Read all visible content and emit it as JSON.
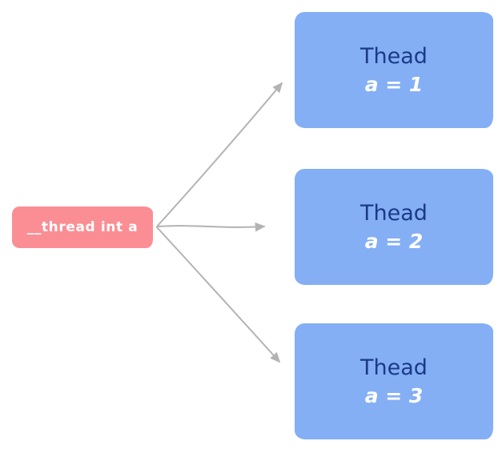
{
  "diagram": {
    "type": "thread-local-storage-fanout",
    "background_color": "#ffffff",
    "source": {
      "label": "__thread int a",
      "fill_color": "#FA8E94",
      "text_color": "#ffffff"
    },
    "edge_style": {
      "color": "#B3B3B3",
      "arrowhead": "solid-triangle",
      "stroke_width": 2
    },
    "threads": [
      {
        "title": "Thead",
        "value": "a = 1",
        "fill_color": "#84AFF5",
        "title_color": "#1B3A86",
        "value_color": "#ffffff"
      },
      {
        "title": "Thead",
        "value": "a = 2",
        "fill_color": "#84AFF5",
        "title_color": "#1B3A86",
        "value_color": "#ffffff"
      },
      {
        "title": "Thead",
        "value": "a = 3",
        "fill_color": "#84AFF5",
        "title_color": "#1B3A86",
        "value_color": "#ffffff"
      }
    ]
  }
}
